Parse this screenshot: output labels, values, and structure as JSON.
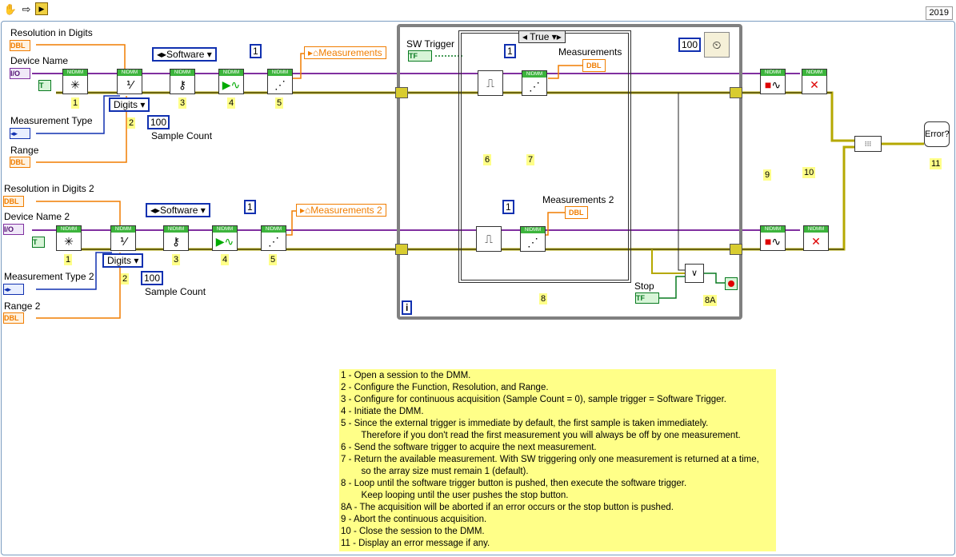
{
  "toolbar": {
    "version": "2019"
  },
  "top_chain": {
    "resolution_label": "Resolution in Digits",
    "device_name_label": "Device Name",
    "measurement_type_label": "Measurement Type",
    "range_label": "Range",
    "software_ring": "Software",
    "digits_ring": "Digits",
    "sample_count_const": "100",
    "sample_count_label": "Sample Count",
    "array_size_const": "1",
    "measurements_indicator": "Measurements",
    "steps": [
      "1",
      "2",
      "3",
      "4",
      "5"
    ]
  },
  "bottom_chain": {
    "resolution_label": "Resolution in Digits 2",
    "device_name_label": "Device Name 2",
    "measurement_type_label": "Measurement Type 2",
    "range_label": "Range 2",
    "software_ring": "Software",
    "digits_ring": "Digits",
    "sample_count_const": "100",
    "sample_count_label": "Sample Count",
    "array_size_const": "1",
    "measurements_indicator": "Measurements  2",
    "steps": [
      "1",
      "2",
      "3",
      "4",
      "5"
    ]
  },
  "loop": {
    "case_selector": "True",
    "sw_trigger_label": "SW Trigger",
    "wait_const": "100",
    "measurements_label": "Measurements",
    "measurements2_label": "Measurements  2",
    "iteration": "i",
    "stop_label": "Stop",
    "step6": "6",
    "step7": "7",
    "step8": "8",
    "step8a": "8A",
    "step9": "9",
    "step10": "10",
    "step11": "11"
  },
  "type_labels": {
    "dbl": "DBL",
    "io": "I/O",
    "tf": "TF",
    "t": "T"
  },
  "colors": {
    "error_wire": "#b5a800",
    "session_wire": "#8030a0",
    "dbl": "#f07d00",
    "bool": "#087a20",
    "numeric": "#1030b0",
    "comment_bg": "#ffff88"
  },
  "notes": [
    "1 - Open a session to the DMM.",
    "2 - Configure the Function, Resolution, and Range.",
    "3 - Configure for continuous acquisition (Sample Count = 0), sample trigger = Software Trigger.",
    "4 - Initiate the DMM.",
    "5 - Since the external trigger is immediate by default, the first sample is taken immediately.",
    "        Therefore if you don't read the first measurement you will always be off by one measurement.",
    "6 - Send the software trigger to acquire the next measurement.",
    "7 - Return the available measurement.  With SW triggering only one measurement is returned at a time,",
    "        so the array size must remain 1 (default).",
    "8 - Loop until the software trigger button is pushed, then execute the software trigger.",
    "        Keep looping until the user pushes the stop button.",
    "8A - The acquisition will be aborted if an error occurs or the stop button is pushed.",
    "9 - Abort the continuous acquisition.",
    "10 - Close the session to the DMM.",
    "11 - Display an error message if any."
  ]
}
